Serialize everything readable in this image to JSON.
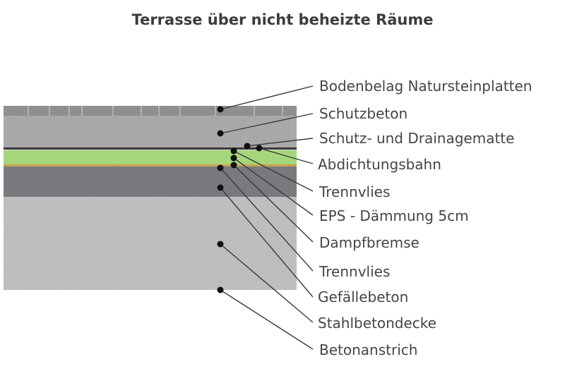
{
  "title": "Terrasse über nicht beheizte Räume",
  "labels": [
    "Bodenbelag Natursteinplatten",
    "Schutzbeton",
    "Schutz- und Drainagematte",
    "Abdichtungsbahn",
    "Trennvlies",
    "EPS - Dämmung 5cm",
    "Dampfbremse",
    "Trennvlies",
    "Gefällebeton",
    "Stahlbetondecke",
    "Betonanstrich"
  ],
  "colors": {
    "title": "#3c3c3c",
    "label": "#454545",
    "leader": "#3a3a3a",
    "paving": "#8b8c8e",
    "protective_concrete": "#a7a8aa",
    "insulation": "#a6d67a",
    "sloping_concrete": "#74767a",
    "slab": "#bdbec0"
  }
}
